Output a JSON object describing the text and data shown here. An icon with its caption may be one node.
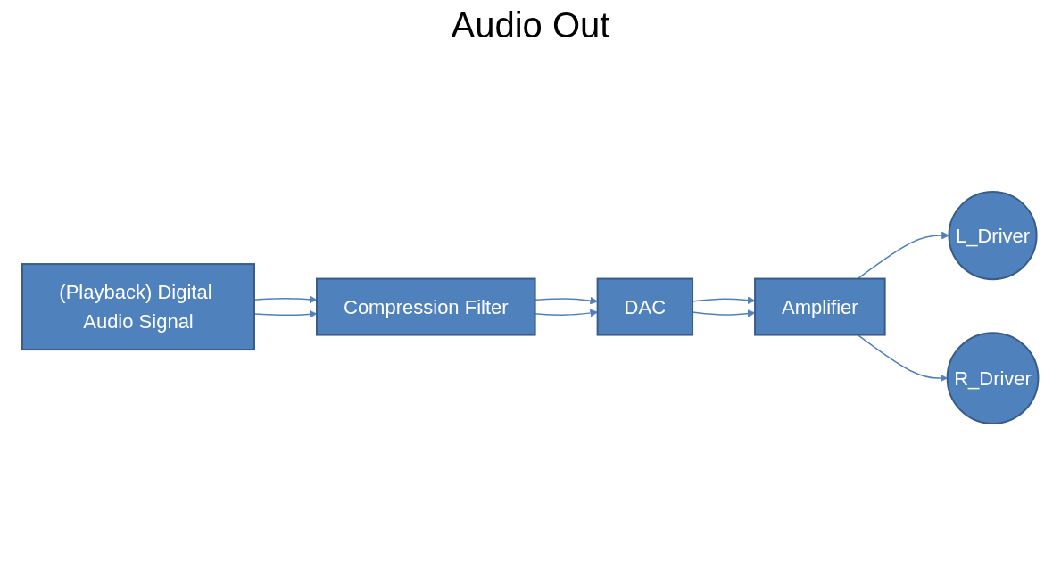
{
  "diagram": {
    "title": "Audio Out",
    "nodes": [
      {
        "text": [
          "(Playback) Digital Audio Signal"
        ]
      },
      {
        "text": [
          "Compression Filter"
        ]
      },
      {
        "text": [
          "DAC"
        ]
      },
      {
        "text": [
          "Amplifier"
        ]
      },
      {
        "text": [
          "L_Driver"
        ]
      },
      {
        "text": [
          "R_Driver"
        ]
      }
    ],
    "edges": [
      {
        "from": 0,
        "to": 1,
        "arrow": "to"
      },
      {
        "from": 0,
        "to": 1,
        "arrow": "to"
      },
      {
        "from": 1,
        "to": 2,
        "arrow": "to"
      },
      {
        "from": 1,
        "to": 2,
        "arrow": "to"
      },
      {
        "from": 2,
        "to": 3,
        "arrow": "to"
      },
      {
        "from": 2,
        "to": 3,
        "arrow": "to"
      },
      {
        "from": 3,
        "to": 4,
        "arrow": "to"
      },
      {
        "from": 3,
        "to": 5,
        "arrow": "to"
      }
    ]
  }
}
